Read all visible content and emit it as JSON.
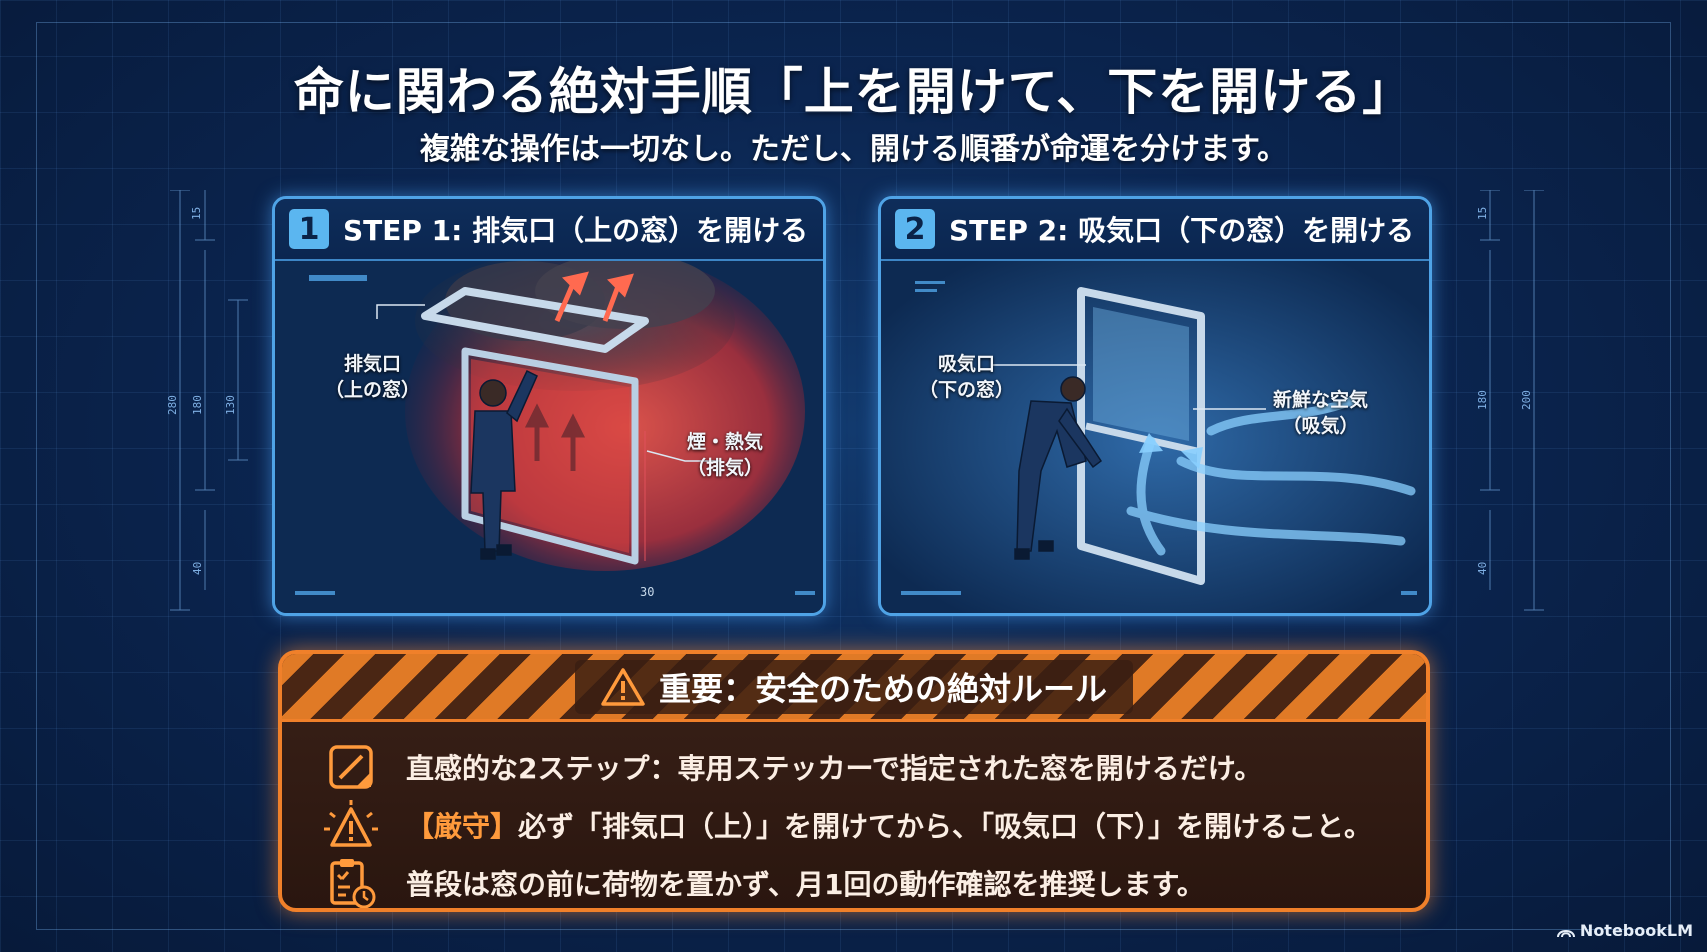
{
  "header": {
    "title": "命に関わる絶対手順「上を開けて、下を開ける」",
    "subtitle": "複雑な操作は一切なし。ただし、開ける順番が命運を分けます。"
  },
  "steps": [
    {
      "number": "1",
      "title": "STEP 1: 排気口（上の窓）を開ける",
      "callout_window": "排気口\n（上の窓）",
      "callout_flow": "煙・熱気\n（排気）",
      "dimension_label": "30",
      "accent": "#e04a3a"
    },
    {
      "number": "2",
      "title": "STEP 2: 吸気口（下の窓）を開ける",
      "callout_window": "吸気口\n（下の窓）",
      "callout_flow": "新鮮な空気\n（吸気）",
      "accent": "#5bb6f0"
    }
  ],
  "rules": {
    "title": "重要：安全のための絶対ルール",
    "items": [
      {
        "icon": "sticker-icon",
        "text": "直感的な2ステップ：専用ステッカーで指定された窓を開けるだけ。"
      },
      {
        "icon": "warning-burst-icon",
        "highlight": "【厳守】",
        "text": "必ず「排気口（上）」を開けてから、「吸気口（下）」を開けること。"
      },
      {
        "icon": "checklist-clock-icon",
        "text": "普段は窓の前に荷物を置かず、月1回の動作確認を推奨します。"
      }
    ]
  },
  "side_dimensions": {
    "left": [
      "15",
      "280",
      "180",
      "130",
      "40"
    ],
    "right": [
      "15",
      "180",
      "200",
      "40"
    ]
  },
  "brand": "NotebookLM",
  "colors": {
    "background": "#0b2550",
    "step_border": "#4fa3e6",
    "rule_border": "#f0802a",
    "highlight": "#ff9a3c"
  }
}
